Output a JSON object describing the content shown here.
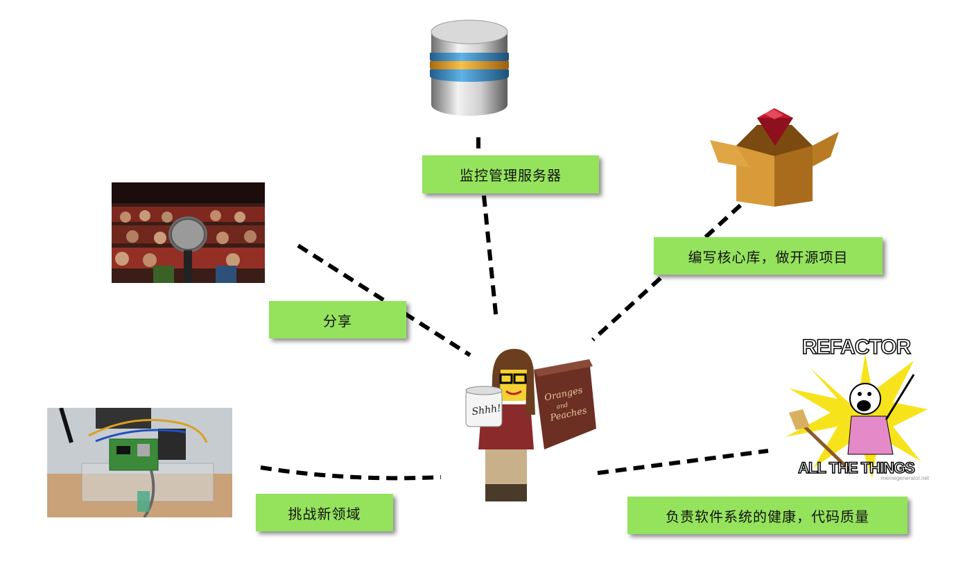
{
  "center": {
    "mug_text": "Shhh!",
    "book_text": [
      "Oranges",
      "and",
      "Peaches"
    ]
  },
  "nodes": {
    "server": {
      "label": "监控管理服务器",
      "icon": "database-icon"
    },
    "library": {
      "label": "编写核心库，做开源项目",
      "icon": "ruby-box-icon"
    },
    "share": {
      "label": "分享",
      "icon": "microphone-audience-image"
    },
    "refactor": {
      "label": "负责软件系统的健康，代码质量",
      "meme_top": "REFACTOR",
      "meme_bottom": "ALL THE THINGS",
      "meme_credit": "memegenerator.net"
    },
    "challenge": {
      "label": "挑战新领域",
      "icon": "circuit-board-image"
    }
  },
  "colors": {
    "label_bg": "#95e35d",
    "line": "#000000"
  }
}
